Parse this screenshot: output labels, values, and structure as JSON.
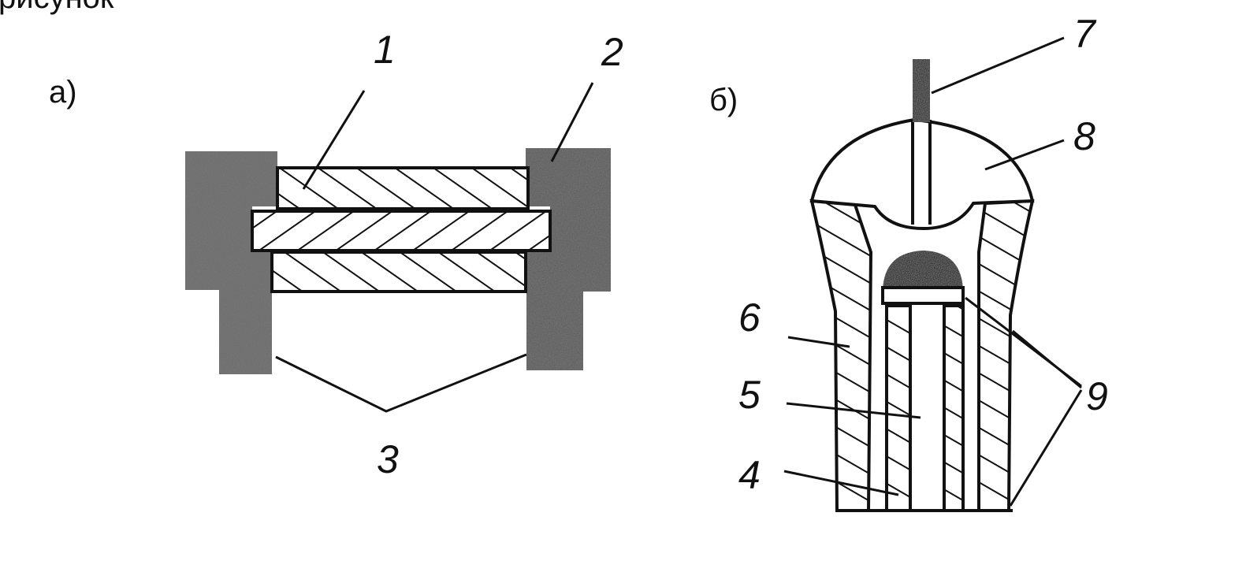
{
  "top_text": "рисунок",
  "panel_a": {
    "caption": "а)",
    "labels": {
      "l1": "1",
      "l2": "2",
      "l3": "3"
    }
  },
  "panel_b": {
    "caption": "б)",
    "labels": {
      "l4": "4",
      "l5": "5",
      "l6": "6",
      "l7": "7",
      "l8": "8",
      "l9": "9"
    }
  },
  "colors": {
    "ink": "#111111",
    "contact": "#6d6d6d",
    "paper": "#ffffff"
  }
}
